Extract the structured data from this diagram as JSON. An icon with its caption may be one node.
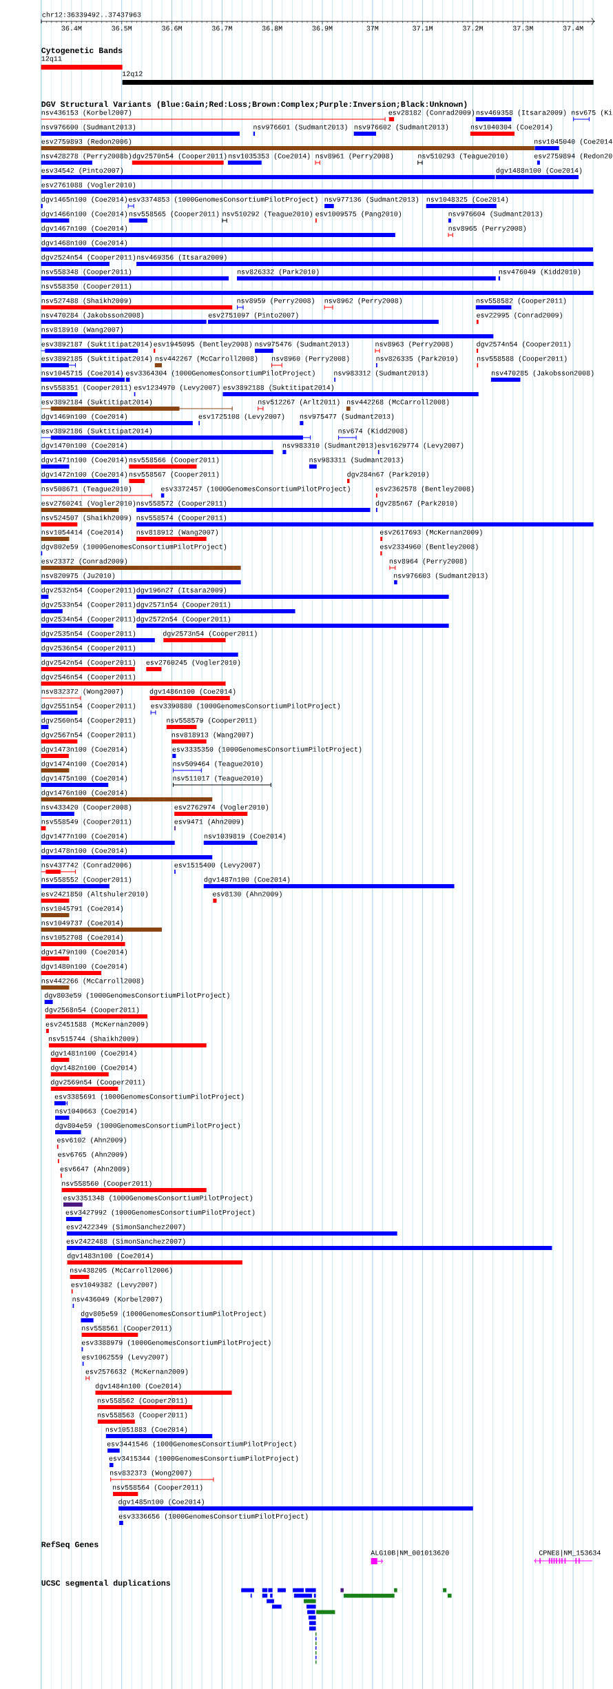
{
  "diagram": {
    "labels": [
      "chr12:36339492..37437963",
      "36.4M",
      "36.5M",
      "36.6M",
      "36.7M",
      "36.8M",
      "36.9M",
      "37M",
      "37.1M",
      "37.2M",
      "37.3M",
      "37.4M",
      "Cytogenetic Bands",
      "12q11",
      "12q12",
      "DGV Structural Variants (Blue:Gain;Red:Loss;Brown:Complex;Purple:Inversion;Black:Unknown)",
      "nsv436153 (Korbel2007)",
      "esv28182 (Conrad2009)",
      "nsv469358 (Itsara2009)",
      "nsv675 (Ki",
      "nsv976600 (Sudmant2013)",
      "nsv976601 (Sudmant2013)",
      "nsv976602 (Sudmant2013)",
      "nsv1040304 (Coe2014)",
      "esv2759893 (Redon2006)",
      "nsv1045040 (Coe2014",
      "nsv428278 (Perry2008b)",
      "dgv2570n54 (Cooper2011)",
      "nsv1035353 (Coe2014)",
      "nsv8961 (Perry2008)",
      "nsv510293 (Teague2010)",
      "esv2759894 (Redon20",
      "esv34542 (Pinto2007)",
      "dgv1488n100 (Coe2014)",
      "esv2761088 (Vogler2010)",
      "dgv1465n100 (Coe2014)",
      "esv3374853 (1000GenomesConsortiumPilotProject)",
      "nsv977136 (Sudmant2013)",
      "nsv1048325 (Coe2014)",
      "dgv1466n100 (Coe2014)",
      "nsv558565 (Cooper2011)",
      "nsv510292 (Teague2010)",
      "esv1009575 (Pang2010)",
      "nsv976604 (Sudmant2013)",
      "dgv1467n100 (Coe2014)",
      "nsv8965 (Perry2008)",
      "dgv1468n100 (Coe2014)",
      "dgv2524n54 (Cooper2011)",
      "nsv469356 (Itsara2009)",
      "nsv558348 (Cooper2011)",
      "nsv826332 (Park2010)",
      "nsv476049 (Kidd2010)",
      "nsv558350 (Cooper2011)",
      "nsv527488 (Shaikh2009)",
      "nsv8959 (Perry2008)",
      "nsv8962 (Perry2008)",
      "nsv558582 (Cooper2011)",
      "nsv470284 (Jakobsson2008)",
      "esv2751097 (Pinto2007)",
      "esv22995 (Conrad2009)",
      "nsv818910 (Wang2007)",
      "esv3892187 (Suktitipat2014)",
      "esv1945095 (Bentley2008)",
      "nsv975476 (Sudmant2013)",
      "nsv8963 (Perry2008)",
      "dgv2574n54 (Cooper2011)",
      "esv3892185 (Suktitipat2014)",
      "nsv442267 (McCarroll2008)",
      "nsv8960 (Perry2008)",
      "nsv826335 (Park2010)",
      "nsv558588 (Cooper2011)",
      "nsv1045715 (Coe2014)",
      "esv3364304 (1000GenomesConsortiumPilotProject)",
      "nsv983312 (Sudmant2013)",
      "nsv470285 (Jakobsson2008)",
      "nsv558351 (Cooper2011)",
      "esv1234970 (Levy2007)",
      "esv3892188 (Suktitipat2014)",
      "esv3892184 (Suktitipat2014)",
      "nsv512267 (Arlt2011)",
      "nsv442268 (McCarroll2008)",
      "dgv1469n100 (Coe2014)",
      "esv1725108 (Levy2007)",
      "nsv975477 (Sudmant2013)",
      "esv3892186 (Suktitipat2014)",
      "nsv674 (Kidd2008)",
      "dgv1470n100 (Coe2014)",
      "nsv983310 (Sudmant2013)",
      "esv1629774 (Levy2007)",
      "dgv1471n100 (Coe2014)",
      "nsv558566 (Cooper2011)",
      "nsv983311 (Sudmant2013)",
      "dgv1472n100 (Coe2014)",
      "nsv558567 (Cooper2011)",
      "dgv284n67 (Park2010)",
      "nsv508671 (Teague2010)",
      "esv3372457 (1000GenomesConsortiumPilotProject)",
      "esv2362578 (Bentley2008)",
      "esv2760241 (Vogler2010)",
      "nsv558572 (Cooper2011)",
      "dgv285n67 (Park2010)",
      "nsv524507 (Shaikh2009)",
      "nsv558574 (Cooper2011)",
      "nsv1054414 (Coe2014)",
      "nsv818912 (Wang2007)",
      "esv2617693 (McKernan2009)",
      "dgv802e59 (1000GenomesConsortiumPilotProject)",
      "esv2334960 (Bentley2008)",
      "esv23372 (Conrad2009)",
      "nsv8964 (Perry2008)",
      "nsv820975 (Ju2010)",
      "nsv976603 (Sudmant2013)",
      "dgv2532n54 (Cooper2011)",
      "dgv196n27 (Itsara2009)",
      "dgv2533n54 (Cooper2011)",
      "dgv2571n54 (Cooper2011)",
      "dgv2534n54 (Cooper2011)",
      "dgv2572n54 (Cooper2011)",
      "dgv2535n54 (Cooper2011)",
      "dgv2573n54 (Cooper2011)",
      "dgv2536n54 (Cooper2011)",
      "dgv2542n54 (Cooper2011)",
      "esv2760245 (Vogler2010)",
      "dgv2546n54 (Cooper2011)",
      "nsv832372 (Wong2007)",
      "dgv1486n100 (Coe2014)",
      "dgv2551n54 (Cooper2011)",
      "esv3390880 (1000GenomesConsortiumPilotProject)",
      "dgv2560n54 (Cooper2011)",
      "nsv558579 (Cooper2011)",
      "dgv2567n54 (Cooper2011)",
      "nsv818913 (Wang2007)",
      "dgv1473n100 (Coe2014)",
      "esv3335350 (1000GenomesConsortiumPilotProject)",
      "dgv1474n100 (Coe2014)",
      "nsv509464 (Teague2010)",
      "dgv1475n100 (Coe2014)",
      "nsv511017 (Teague2010)",
      "dgv1476n100 (Coe2014)",
      "nsv433420 (Cooper2008)",
      "esv2762974 (Vogler2010)",
      "nsv558549 (Cooper2011)",
      "esv9471 (Ahn2009)",
      "dgv1477n100 (Coe2014)",
      "nsv1039819 (Coe2014)",
      "dgv1478n100 (Coe2014)",
      "nsv437742 (Conrad2006)",
      "esv1515400 (Levy2007)",
      "nsv558552 (Cooper2011)",
      "dgv1487n100 (Coe2014)",
      "esv2421850 (Altshuler2010)",
      "esv8130 (Ahn2009)",
      "nsv1045791 (Coe2014)",
      "nsv1049737 (Coe2014)",
      "nsv1052708 (Coe2014)",
      "dgv1479n100 (Coe2014)",
      "dgv1480n100 (Coe2014)",
      "nsv442266 (McCarroll2008)",
      "dgv803e59 (1000GenomesConsortiumPilotProject)",
      "dgv2568n54 (Cooper2011)",
      "esv2451588 (McKernan2009)",
      "nsv515744 (Shaikh2009)",
      "dgv1481n100 (Coe2014)",
      "dgv1482n100 (Coe2014)",
      "dgv2569n54 (Cooper2011)",
      "esv3385691 (1000GenomesConsortiumPilotProject)",
      "nsv1040663 (Coe2014)",
      "dgv804e59 (1000GenomesConsortiumPilotProject)",
      "esv6102 (Ahn2009)",
      "esv6765 (Ahn2009)",
      "esv6647 (Ahn2009)",
      "nsv558560 (Cooper2011)",
      "esv3351348 (1000GenomesConsortiumPilotProject)",
      "esv3427992 (1000GenomesConsortiumPilotProject)",
      "esv2422349 (SimonSanchez2007)",
      "esv2422488 (SimonSanchez2007)",
      "dgv1483n100 (Coe2014)",
      "nsv438205 (McCarroll2006)",
      "esv1049382 (Levy2007)",
      "nsv436049 (Korbel2007)",
      "dgv805e59 (1000GenomesConsortiumPilotProject)",
      "nsv558561 (Cooper2011)",
      "esv3388979 (1000GenomesConsortiumPilotProject)",
      "esv1062559 (Levy2007)",
      "esv2576632 (McKernan2009)",
      "dgv1484n100 (Coe2014)",
      "nsv558562 (Cooper2011)",
      "nsv558563 (Cooper2011)",
      "nsv1051883 (Coe2014)",
      "esv3441546 (1000GenomesConsortiumPilotProject)",
      "esv3415344 (1000GenomesConsortiumPilotProject)",
      "nsv832373 (Wong2007)",
      "nsv558564 (Cooper2011)",
      "dgv1485n100 (Coe2014)",
      "esv3336656 (1000GenomesConsortiumPilotProject)",
      "RefSeq Genes",
      "ALG10B|NM_001013620",
      "CPNE8|NM_153634",
      "UCSC segmental duplications"
    ]
  }
}
